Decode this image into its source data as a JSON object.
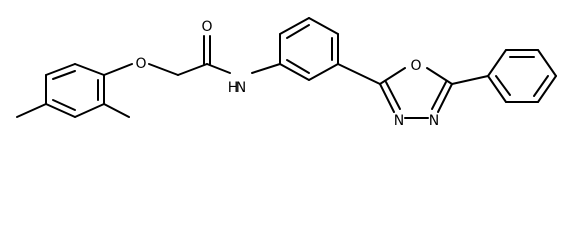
{
  "molecule": {
    "atoms": {
      "o_ether": "O",
      "o_carbonyl": "O",
      "n_amide": "N",
      "h_amide": "H",
      "o_ring": "O",
      "n_ring_left": "N",
      "n_ring_right": "N"
    }
  }
}
